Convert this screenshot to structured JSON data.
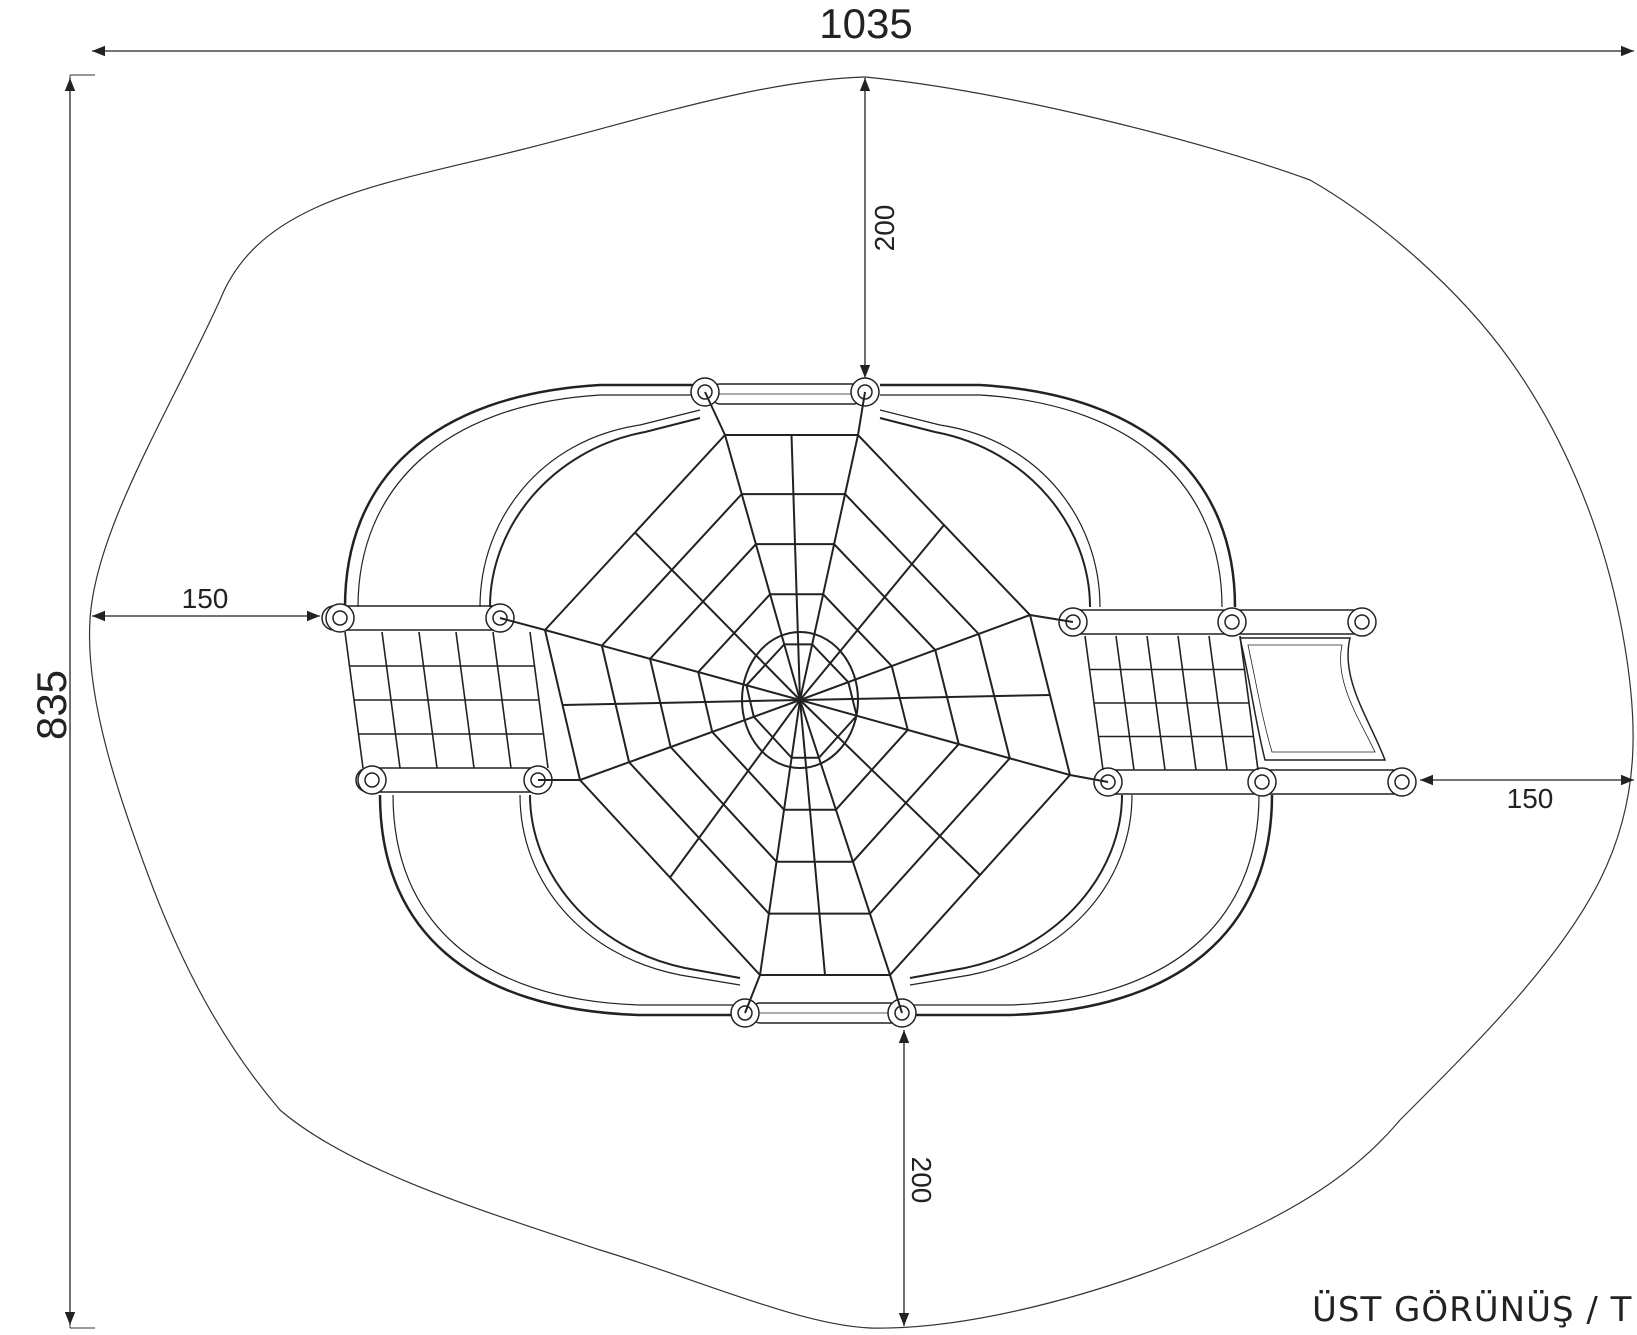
{
  "dimensions": {
    "overall_width": "1035",
    "overall_depth": "835",
    "clearance_top": "200",
    "clearance_bottom": "200",
    "clearance_left": "150",
    "clearance_right": "150"
  },
  "caption": "ÜST GÖRÜNÜŞ / T"
}
